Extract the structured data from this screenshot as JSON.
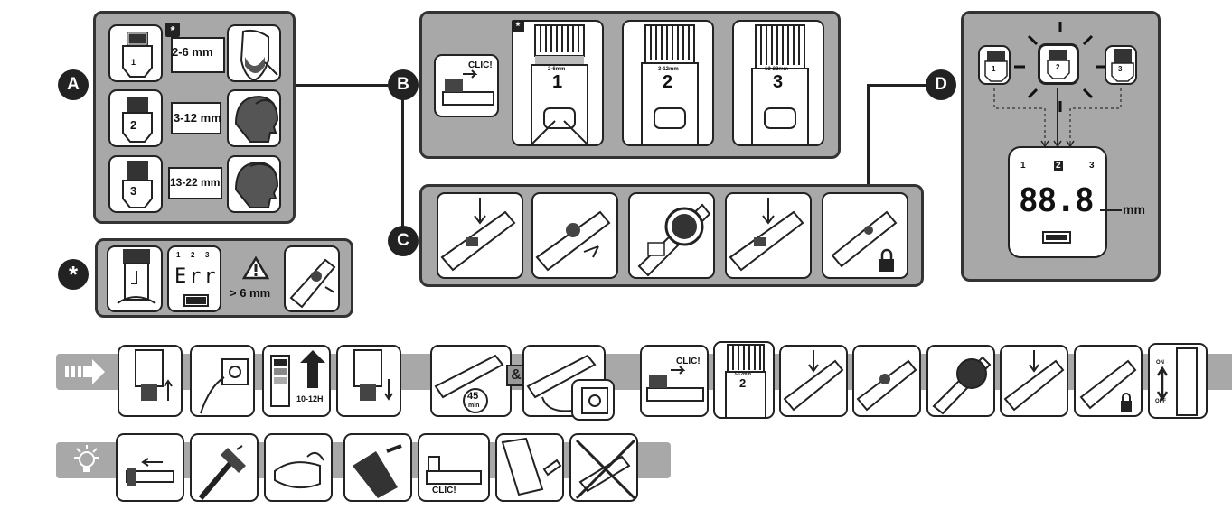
{
  "badges": {
    "a": "A",
    "b": "B",
    "c": "C",
    "d": "D",
    "star": "*"
  },
  "combs": {
    "c1": "1",
    "c2": "2",
    "c3": "3"
  },
  "lengths": {
    "l1": "2-6 mm",
    "l2": "3-12 mm",
    "l3": "13-22 mm"
  },
  "section_b": {
    "clic": "CLIC!",
    "comb_1_range": "2-6mm",
    "comb_2_range": "3-12mm",
    "comb_3_range": "13-22mm",
    "comb_1_num": "1",
    "comb_2_num": "2",
    "comb_3_num": "3",
    "comb_1_small": "1",
    "comb_2_small": "2",
    "comb_3_small": "3"
  },
  "star_panel": {
    "err": "Err",
    "mini": [
      "1",
      "2",
      "3"
    ],
    "warning": "> 6 mm"
  },
  "display": {
    "digits": "88.8",
    "unit": "mm",
    "combs": [
      "1",
      "2",
      "3"
    ],
    "lcd_combs": [
      "1",
      "2",
      "3"
    ]
  },
  "charging": {
    "time": "10-12H",
    "minutes": "45",
    "min_label": "min",
    "amp": "&"
  },
  "row1": {
    "clic": "CLIC!",
    "comb_num": "2",
    "comb_range": "3-12mm",
    "on": "ON",
    "off": "OFF"
  },
  "row2": {
    "clic": "CLIC!"
  },
  "icons": [
    "arrow-right-icon",
    "lightbulb-icon",
    "lock-icon",
    "warning-icon",
    "battery-icon",
    "plug-icon",
    "charge-up-icon"
  ]
}
